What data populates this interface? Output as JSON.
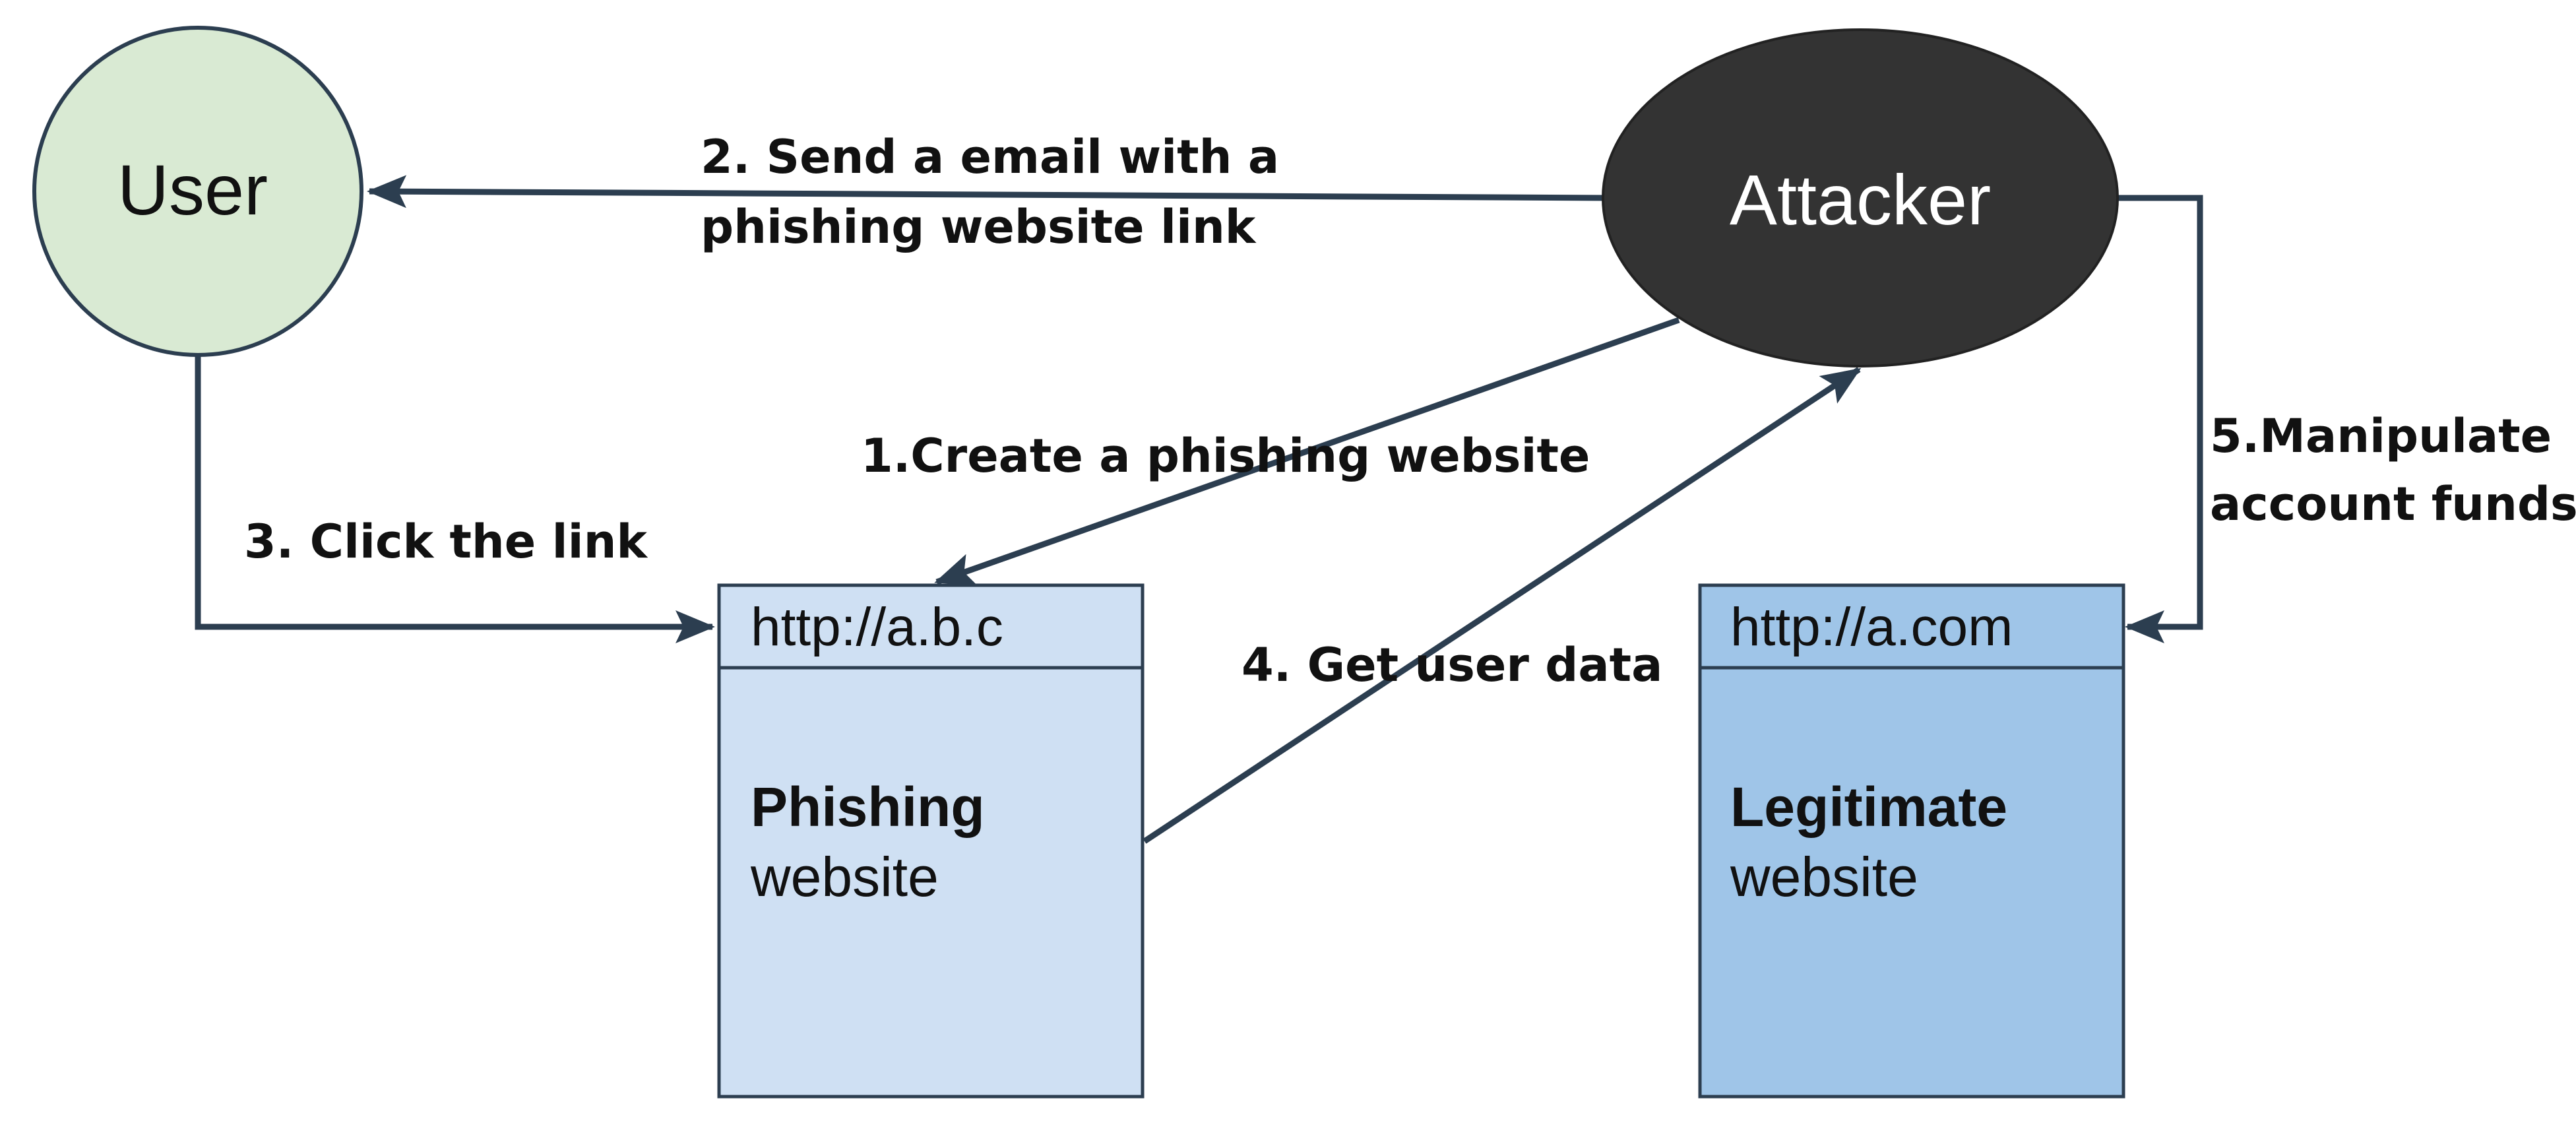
{
  "nodes": {
    "user": {
      "label": "User",
      "fill": "#d9ead3",
      "stroke": "#2c3e50"
    },
    "attacker": {
      "label": "Attacker",
      "fill": "#333333",
      "text_color": "#ffffff"
    },
    "phishing_site": {
      "url": "http://a.b.c",
      "title": "Phishing",
      "subtitle": "website",
      "fill": "#cfe0f3"
    },
    "legit_site": {
      "url": "http://a.com",
      "title": "Legitimate",
      "subtitle": "website",
      "fill": "#9fc5e8"
    }
  },
  "steps": {
    "step1": "1.Create a phishing website",
    "step2_line1": "2. Send a email with a",
    "step2_line2": "phishing website link",
    "step3": "3. Click the link",
    "step4": "4. Get user data",
    "step5_line1": "5.Manipulate",
    "step5_line2": "account funds"
  },
  "colors": {
    "arrow": "#2c3e50",
    "text": "#111111",
    "box_stroke": "#2c3e50"
  }
}
